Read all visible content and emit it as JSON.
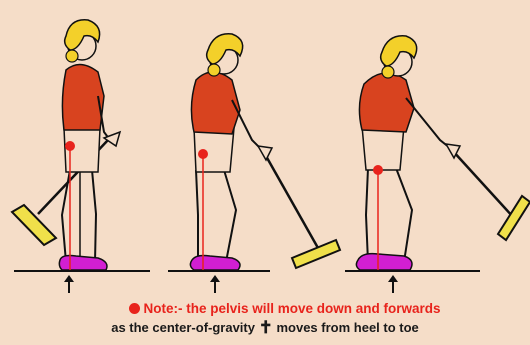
{
  "palette": {
    "background": "#f5ddc8",
    "shirt": "#d8431f",
    "hair": "#f3d02a",
    "shoe": "#d21fd2",
    "pelvis_marker": "#e8231c",
    "putter_head": "#f0e04a",
    "outline": "#111111"
  },
  "figures": [
    {
      "stage": "stance",
      "icon": "golfer-stance-icon"
    },
    {
      "stage": "mid-stroke",
      "icon": "golfer-midstroke-icon"
    },
    {
      "stage": "follow-through",
      "icon": "golfer-followthrough-icon"
    }
  ],
  "caption": {
    "note_text": "Note:-  the pelvis will move down and forwards",
    "cog_before": "as the center-of-gravity",
    "cog_symbol": "✝",
    "cog_after": " moves from heel to toe"
  }
}
